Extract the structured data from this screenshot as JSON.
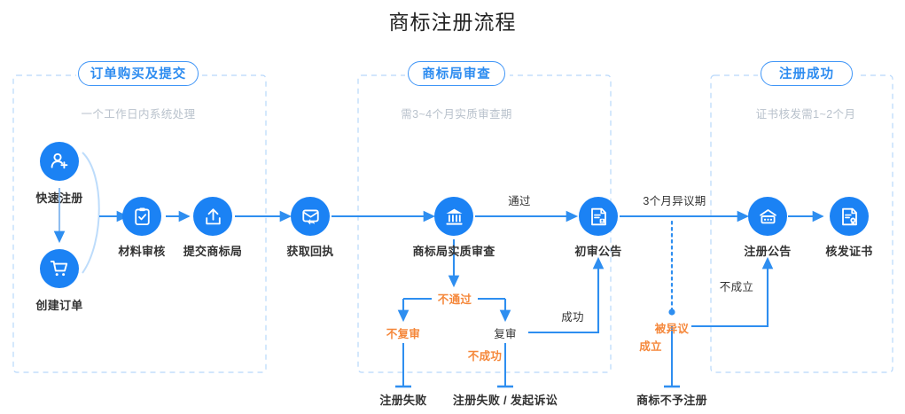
{
  "title": "商标注册流程",
  "stages": [
    {
      "name": "订单购买及提交",
      "subtitle": "一个工作日内系统处理"
    },
    {
      "name": "商标局审查",
      "subtitle": "需3~4个月实质审查期"
    },
    {
      "name": "注册成功",
      "subtitle": "证书核发需1~2个月"
    }
  ],
  "nodes": [
    {
      "label": "快速注册",
      "icon": "user-plus-icon"
    },
    {
      "label": "创建订单",
      "icon": "shopping-cart-icon"
    },
    {
      "label": "材料审核",
      "icon": "clipboard-check-icon"
    },
    {
      "label": "提交商标局",
      "icon": "upload-icon"
    },
    {
      "label": "获取回执",
      "icon": "envelope-reply-icon"
    },
    {
      "label": "商标局实质审查",
      "icon": "bank-icon"
    },
    {
      "label": "初审公告",
      "icon": "document-stamp-icon"
    },
    {
      "label": "注册公告",
      "icon": "announcement-board-icon"
    },
    {
      "label": "核发证书",
      "icon": "certificate-seal-icon"
    }
  ],
  "edge_labels": [
    {
      "text": "通过",
      "tone": "dark"
    },
    {
      "text": "不通过",
      "tone": "orange"
    },
    {
      "text": "不复审",
      "tone": "orange"
    },
    {
      "text": "复审",
      "tone": "dark"
    },
    {
      "text": "不成功",
      "tone": "orange"
    },
    {
      "text": "成功",
      "tone": "dark"
    },
    {
      "text": "3个月异议期",
      "tone": "dark"
    },
    {
      "text": "被异议",
      "tone": "orange"
    },
    {
      "text": "成立",
      "tone": "orange"
    },
    {
      "text": "不成立",
      "tone": "dark"
    }
  ],
  "terminals": [
    {
      "text": "注册失败"
    },
    {
      "text": "注册失败 / 发起诉讼"
    },
    {
      "text": "商标不予注册"
    }
  ],
  "colors": {
    "node_blue": "#1b82f4",
    "accent_blue": "#2d8cf0",
    "arrow_blue": "#2e8ef0",
    "orange": "#f5873a",
    "dashed_border": "#b8d8fb",
    "subtitle_gray": "#b9c2cc",
    "text_dark": "#333333"
  }
}
